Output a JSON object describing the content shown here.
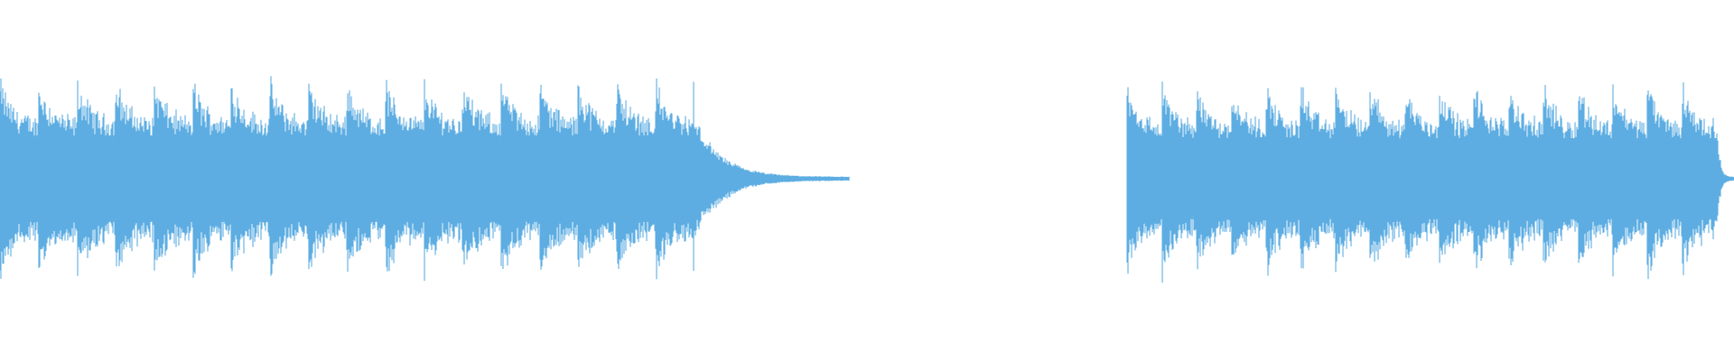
{
  "waveform": {
    "color": "#5dade2",
    "segments": [
      {
        "id": "segment-1",
        "start_fraction": 0.0,
        "end_fraction": 0.4,
        "pulses": 18,
        "peak_amplitude": 0.55,
        "trough_amplitude": 0.32,
        "tail_end_fraction": 0.49
      },
      {
        "id": "segment-2",
        "start_fraction": 0.65,
        "end_fraction": 0.99,
        "pulses": 17,
        "peak_amplitude": 0.55,
        "trough_amplitude": 0.3,
        "tail_end_fraction": 1.0
      }
    ]
  }
}
